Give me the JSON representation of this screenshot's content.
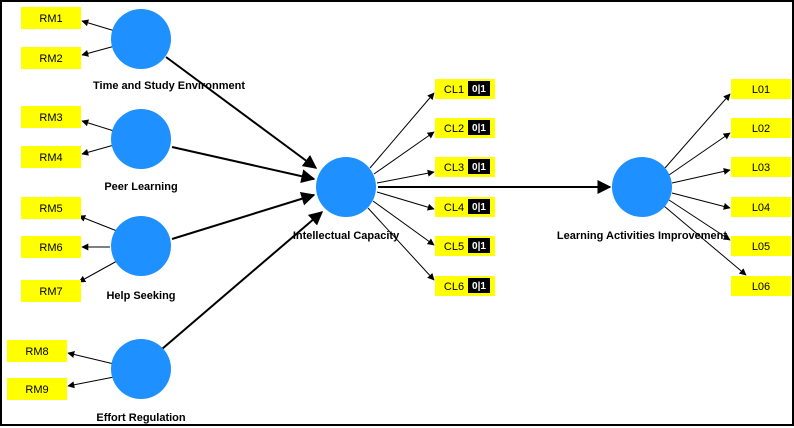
{
  "colors": {
    "construct": "#1e90ff",
    "indicator": "#ffff00",
    "tag_bg": "#000000",
    "edge": "#000000"
  },
  "constructs": {
    "time": {
      "label": "Time and Study Environment"
    },
    "peer": {
      "label": "Peer Learning"
    },
    "help": {
      "label": "Help Seeking"
    },
    "effort": {
      "label": "Effort Regulation"
    },
    "intellectual": {
      "label": "Intellectual Capacity"
    },
    "learning": {
      "label": "Learning Activities Improvement"
    }
  },
  "indicators": {
    "rm1": {
      "label": "RM1"
    },
    "rm2": {
      "label": "RM2"
    },
    "rm3": {
      "label": "RM3"
    },
    "rm4": {
      "label": "RM4"
    },
    "rm5": {
      "label": "RM5"
    },
    "rm6": {
      "label": "RM6"
    },
    "rm7": {
      "label": "RM7"
    },
    "rm8": {
      "label": "RM8"
    },
    "rm9": {
      "label": "RM9"
    },
    "cl1": {
      "label": "CL1",
      "tag": "0|1"
    },
    "cl2": {
      "label": "CL2",
      "tag": "0|1"
    },
    "cl3": {
      "label": "CL3",
      "tag": "0|1"
    },
    "cl4": {
      "label": "CL4",
      "tag": "0|1"
    },
    "cl5": {
      "label": "CL5",
      "tag": "0|1"
    },
    "cl6": {
      "label": "CL6",
      "tag": "0|1"
    },
    "l01": {
      "label": "L01"
    },
    "l02": {
      "label": "L02"
    },
    "l03": {
      "label": "L03"
    },
    "l04": {
      "label": "L04"
    },
    "l05": {
      "label": "L05"
    },
    "l06": {
      "label": "L06"
    }
  }
}
